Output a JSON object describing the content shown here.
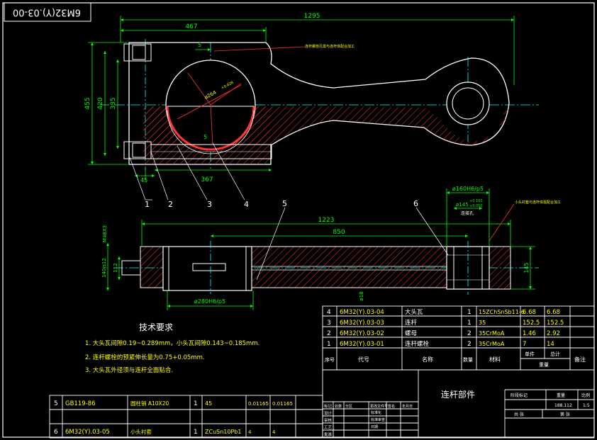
{
  "drawing_code": "6M32(Y).03-00",
  "title": "连杆部件",
  "colors": {
    "background": "#000000",
    "outline": "#ffffff",
    "dimension": "#00ff00",
    "centerline": "#00ffff",
    "hatch": "#ff3333",
    "text": "#ffff00"
  },
  "dims": {
    "d1295": "1295",
    "d467": "467",
    "d5a": "5",
    "d5b": "5",
    "d455": "455",
    "d420": "420",
    "d335": "335",
    "d45": "45",
    "d367": "367",
    "d1223": "1223",
    "d850": "850",
    "m48": "M48X3",
    "d140": "140js12",
    "d112": "112",
    "d145": "145",
    "d18": "ø18",
    "d280": "ø280H6/p5",
    "d160": "ø160H6/p5",
    "d145t": "ø145",
    "tol_up": "+0.100",
    "tol_lo": "+0.050",
    "bore": "ø264",
    "bore_tol": "+0.028",
    "hole_label": "连接孔"
  },
  "annot": {
    "a1": "连杆螺栓孔需与连杆体配合加工",
    "a2": "小头衬套与连杆体需配合加工"
  },
  "balloons": [
    "1",
    "2",
    "3",
    "4",
    "5",
    "6"
  ],
  "tech": {
    "heading": "技术要求",
    "items": [
      "1. 大头瓦间隙0.19~0.289mm，小头瓦间隙0.143~0.185mm.",
      "2. 连杆螺栓的预紧伸长量为0.75+0.05mm.",
      "3. 大头瓦外径须与连杆全面贴合."
    ]
  },
  "bom": [
    {
      "no": "4",
      "code": "6M32(Y).03-04",
      "name": "大头瓦",
      "qty": "1",
      "mat": "15ZChSnSb11-6",
      "w1": "6.68",
      "w2": "6.68"
    },
    {
      "no": "3",
      "code": "6M32(Y).03-03",
      "name": "连杆",
      "qty": "1",
      "mat": "35",
      "w1": "152.5",
      "w2": "152.5"
    },
    {
      "no": "2",
      "code": "6M32(Y).03-02",
      "name": "螺母",
      "qty": "2",
      "mat": "35CrMoA",
      "w1": "1.46",
      "w2": "2.92"
    },
    {
      "no": "1",
      "code": "6M32(Y).03-01",
      "name": "连杆螺栓",
      "qty": "2",
      "mat": "35CrMoA",
      "w1": "7",
      "w2": "14"
    }
  ],
  "bom_header": {
    "no": "序号",
    "code": "代号",
    "name": "名称",
    "qty": "数量",
    "mat": "材料",
    "w_single": "单件",
    "w_total": "总计",
    "weight": "重量",
    "remark": "备注"
  },
  "bom_low": [
    {
      "no": "5",
      "code": "GB119-86",
      "name": "圆柱销 A10X20",
      "qty": "1",
      "mat": "45",
      "w1": "0.01165",
      "w2": "0.01165"
    },
    {
      "no": "6",
      "code": "6M32(Y).03-05",
      "name": "小头衬套",
      "qty": "1",
      "mat": "ZCuSn10Pb1",
      "w1": "4",
      "w2": "4"
    }
  ],
  "titleblock": {
    "stage": "阶段标记",
    "weight": "重量",
    "scale": "比例",
    "weight_val": "188.112",
    "scale_val": "1:5",
    "sheet_total": "共  张",
    "sheet_no": "第  张",
    "sign_rows": [
      "标记",
      "设计",
      "审核",
      "工艺",
      "批准"
    ],
    "sign_cols": [
      "处数",
      "分区",
      "更改文件号",
      "签名",
      "年月日"
    ],
    "std_labels": [
      "标准化",
      "标准审查",
      "日期"
    ]
  }
}
